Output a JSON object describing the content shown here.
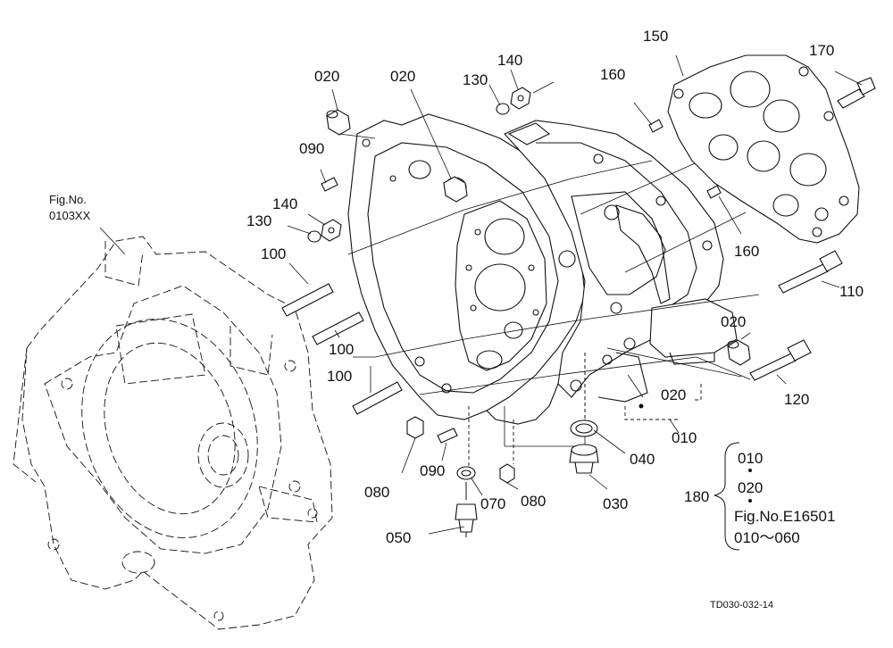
{
  "fig_ref": {
    "line1": "Fig.No.",
    "line2": "0103XX"
  },
  "labels": {
    "l020a": "020",
    "l020b": "020",
    "l020c": "020",
    "l020d": "020",
    "l140a": "140",
    "l130a": "130",
    "l140b": "140",
    "l130b": "130",
    "l150": "150",
    "l160a": "160",
    "l160b": "160",
    "l170": "170",
    "l090a": "090",
    "l090b": "090",
    "l100a": "100",
    "l100b": "100",
    "l100c": "100",
    "l110": "110",
    "l120": "120",
    "l010": "010",
    "l080a": "080",
    "l080b": "080",
    "l070": "070",
    "l040": "040",
    "l030": "030",
    "l050": "050"
  },
  "kit": {
    "number": "180",
    "line1": "010",
    "line2": "020",
    "line3": "Fig.No.E16501",
    "line4": "010～060"
  },
  "drawing_code": "TD030-032-14"
}
